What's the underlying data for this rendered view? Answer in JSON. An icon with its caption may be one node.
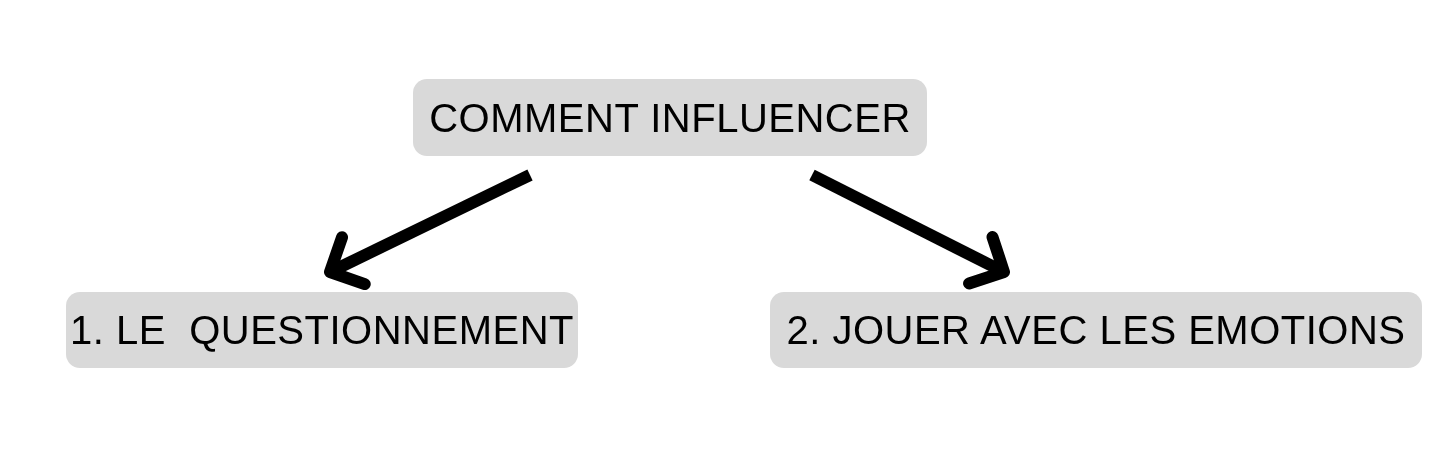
{
  "diagram": {
    "nodes": [
      {
        "text": [
          "COMMENT INFLUENCER"
        ]
      },
      {
        "text": [
          "1. LE  QUESTIONNEMENT"
        ]
      },
      {
        "text": [
          "2. JOUER AVEC LES EMOTIONS"
        ]
      }
    ],
    "edges": [
      {
        "from": 0,
        "to": 1,
        "arrow": "to"
      },
      {
        "from": 0,
        "to": 2,
        "arrow": "to"
      }
    ]
  }
}
